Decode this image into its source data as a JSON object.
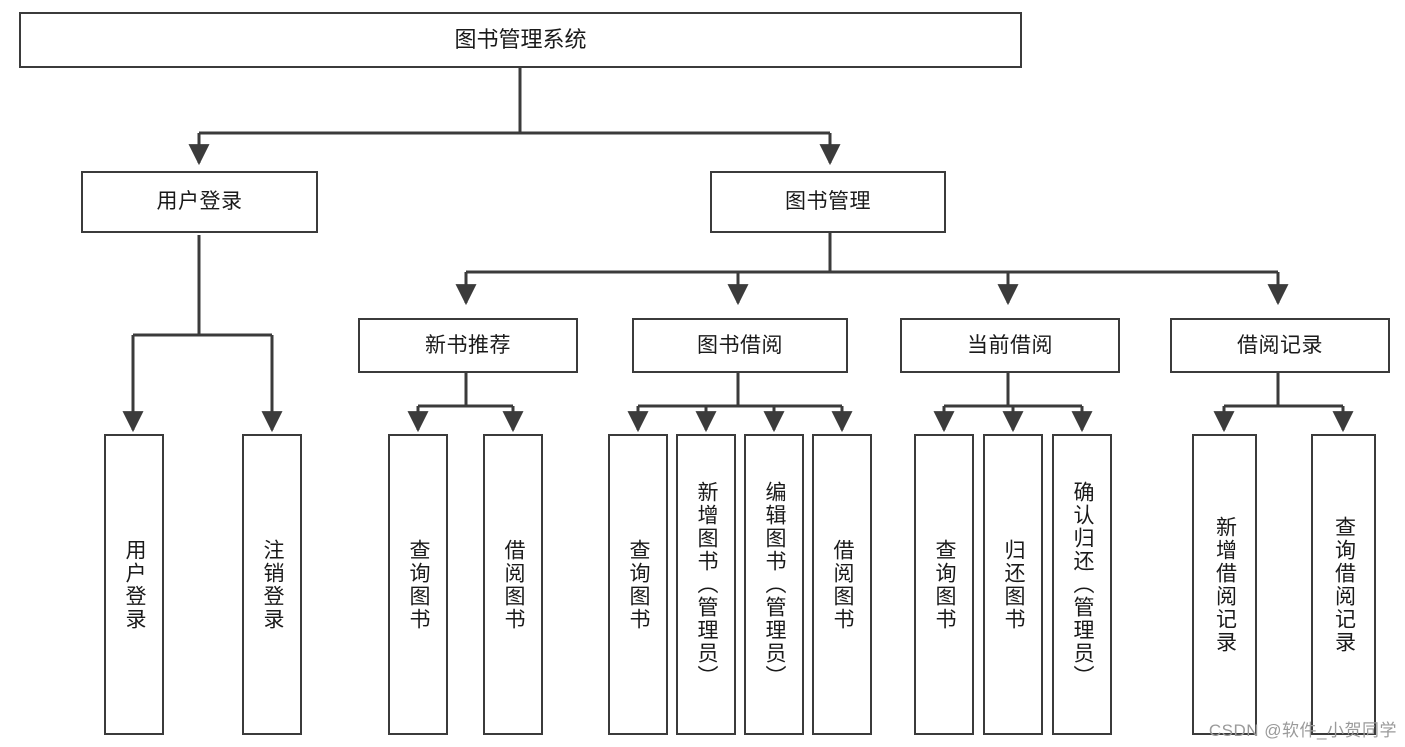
{
  "diagram": {
    "type": "tree",
    "title": "图书管理系统",
    "orientation": "top-down",
    "colors": {
      "box_border": "#3b3b3b",
      "box_fill": "#ffffff",
      "connector": "#3b3b3b",
      "text": "#1a1a1a",
      "watermark": "#9a9a9a"
    },
    "root": {
      "label": "图书管理系统"
    },
    "level2": [
      {
        "label": "用户登录"
      },
      {
        "label": "图书管理"
      }
    ],
    "level3": [
      {
        "label": "新书推荐"
      },
      {
        "label": "图书借阅"
      },
      {
        "label": "当前借阅"
      },
      {
        "label": "借阅记录"
      }
    ],
    "leaves": {
      "user_login": [
        {
          "label": "用户登录"
        },
        {
          "label": "注销登录"
        }
      ],
      "new_book_recommend": [
        {
          "label": "查询图书"
        },
        {
          "label": "借阅图书"
        }
      ],
      "book_borrow": [
        {
          "label": "查询图书"
        },
        {
          "label": "新增图书（管理员）"
        },
        {
          "label": "编辑图书（管理员）"
        },
        {
          "label": "借阅图书"
        }
      ],
      "current_borrow": [
        {
          "label": "查询图书"
        },
        {
          "label": "归还图书"
        },
        {
          "label": "确认归还（管理员）"
        }
      ],
      "borrow_records": [
        {
          "label": "新增借阅记录"
        },
        {
          "label": "查询借阅记录"
        }
      ]
    }
  },
  "watermark": {
    "text": "CSDN @软件_小贺同学"
  }
}
